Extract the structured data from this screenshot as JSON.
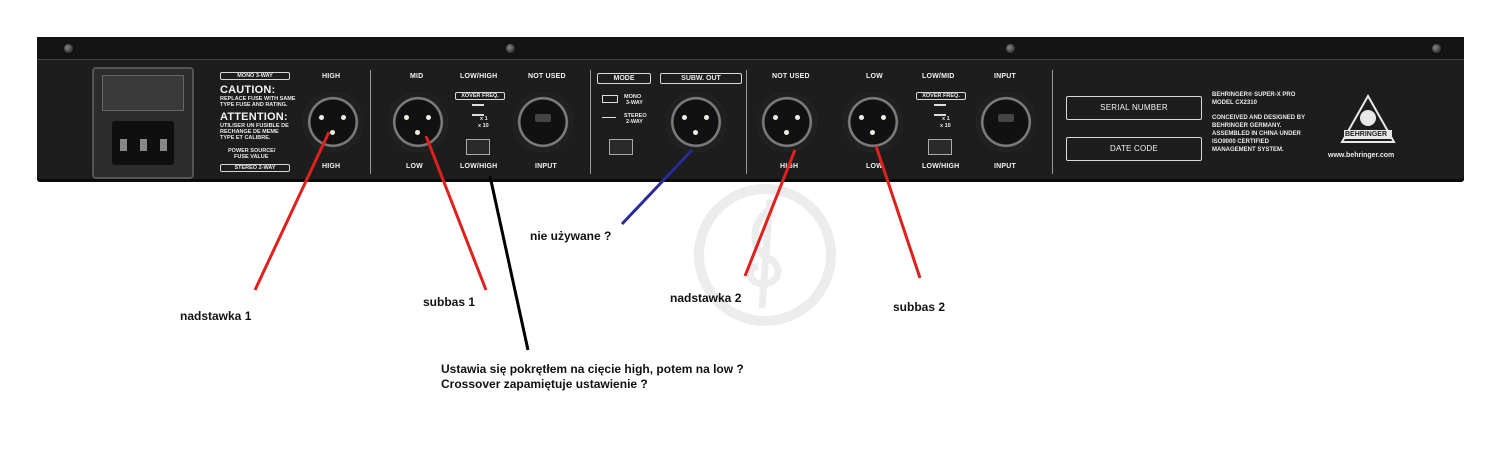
{
  "panel": {
    "mono_3way": "MONO 3-WAY",
    "caution_title": "CAUTION:",
    "caution_text_1": "REPLACE FUSE WITH SAME",
    "caution_text_2": "TYPE FUSE AND RATING.",
    "attention_title": "ATTENTION:",
    "attention_text_1": "UTILISER UN FUSIBLE DE",
    "attention_text_2": "RECHANGE DE MEME",
    "attention_text_3": "TYPE ET CALIBRE.",
    "power_source_1": "POWER SOURCE/",
    "power_source_2": "FUSE VALUE",
    "stereo_2way": "STEREO 2-WAY",
    "col_high_top": "HIGH",
    "col_high_bottom": "HIGH",
    "col_mid_top": "MID",
    "col_mid_bottom": "LOW",
    "col_lowhigh_top": "LOW/HIGH",
    "xover_freq_1": "XOVER FREQ.",
    "x1": "x 1",
    "x10": "x 10",
    "col_lowhigh_bottom": "LOW/HIGH",
    "not_used_1": "NOT USED",
    "input_1": "INPUT",
    "mode": "MODE",
    "mode_mono": "MONO",
    "mode_3way": "3-WAY",
    "mode_stereo": "STEREO",
    "mode_2way": "2-WAY",
    "subw_out": "SUBW. OUT",
    "not_used_2": "NOT USED",
    "col_high2_bottom": "HIGH",
    "col_low_top": "LOW",
    "col_low_bottom": "LOW",
    "col_lowmid_top": "LOW/MID",
    "xover_freq_2": "XOVER FREQ.",
    "x1_b": "x 1",
    "x10_b": "x 10",
    "col_lowhigh2_bottom": "LOW/HIGH",
    "input_top": "INPUT",
    "input_bottom": "INPUT",
    "serial_number": "SERIAL NUMBER",
    "date_code": "DATE CODE",
    "brand_line_1": "BEHRINGER® SUPER-X PRO",
    "brand_line_2": "MODEL CX2310",
    "brand_line_3": "CONCEIVED AND DESIGNED BY",
    "brand_line_4": "BEHRINGER GERMANY.",
    "brand_line_5": "ASSEMBLED IN CHINA UNDER",
    "brand_line_6": "ISO9000 CERTIFIED",
    "brand_line_7": "MANAGEMENT SYSTEM.",
    "logo_text": "BEHRINGER",
    "website": "www.behringer.com"
  },
  "annotations": {
    "nadstawka_1": "nadstawka 1",
    "subbas_1": "subbas 1",
    "nie_uzywane": "nie używane ?",
    "nadstawka_2": "nadstawka 2",
    "subbas_2": "subbas 2",
    "question_line_1": "Ustawia się pokrętłem na cięcie high, potem na low ?",
    "question_line_2": "Crossover zapamiętuje ustawienie ?"
  },
  "colors": {
    "line_red": "#e0201c",
    "line_blue": "#2a2a9a",
    "line_black": "#000000"
  }
}
